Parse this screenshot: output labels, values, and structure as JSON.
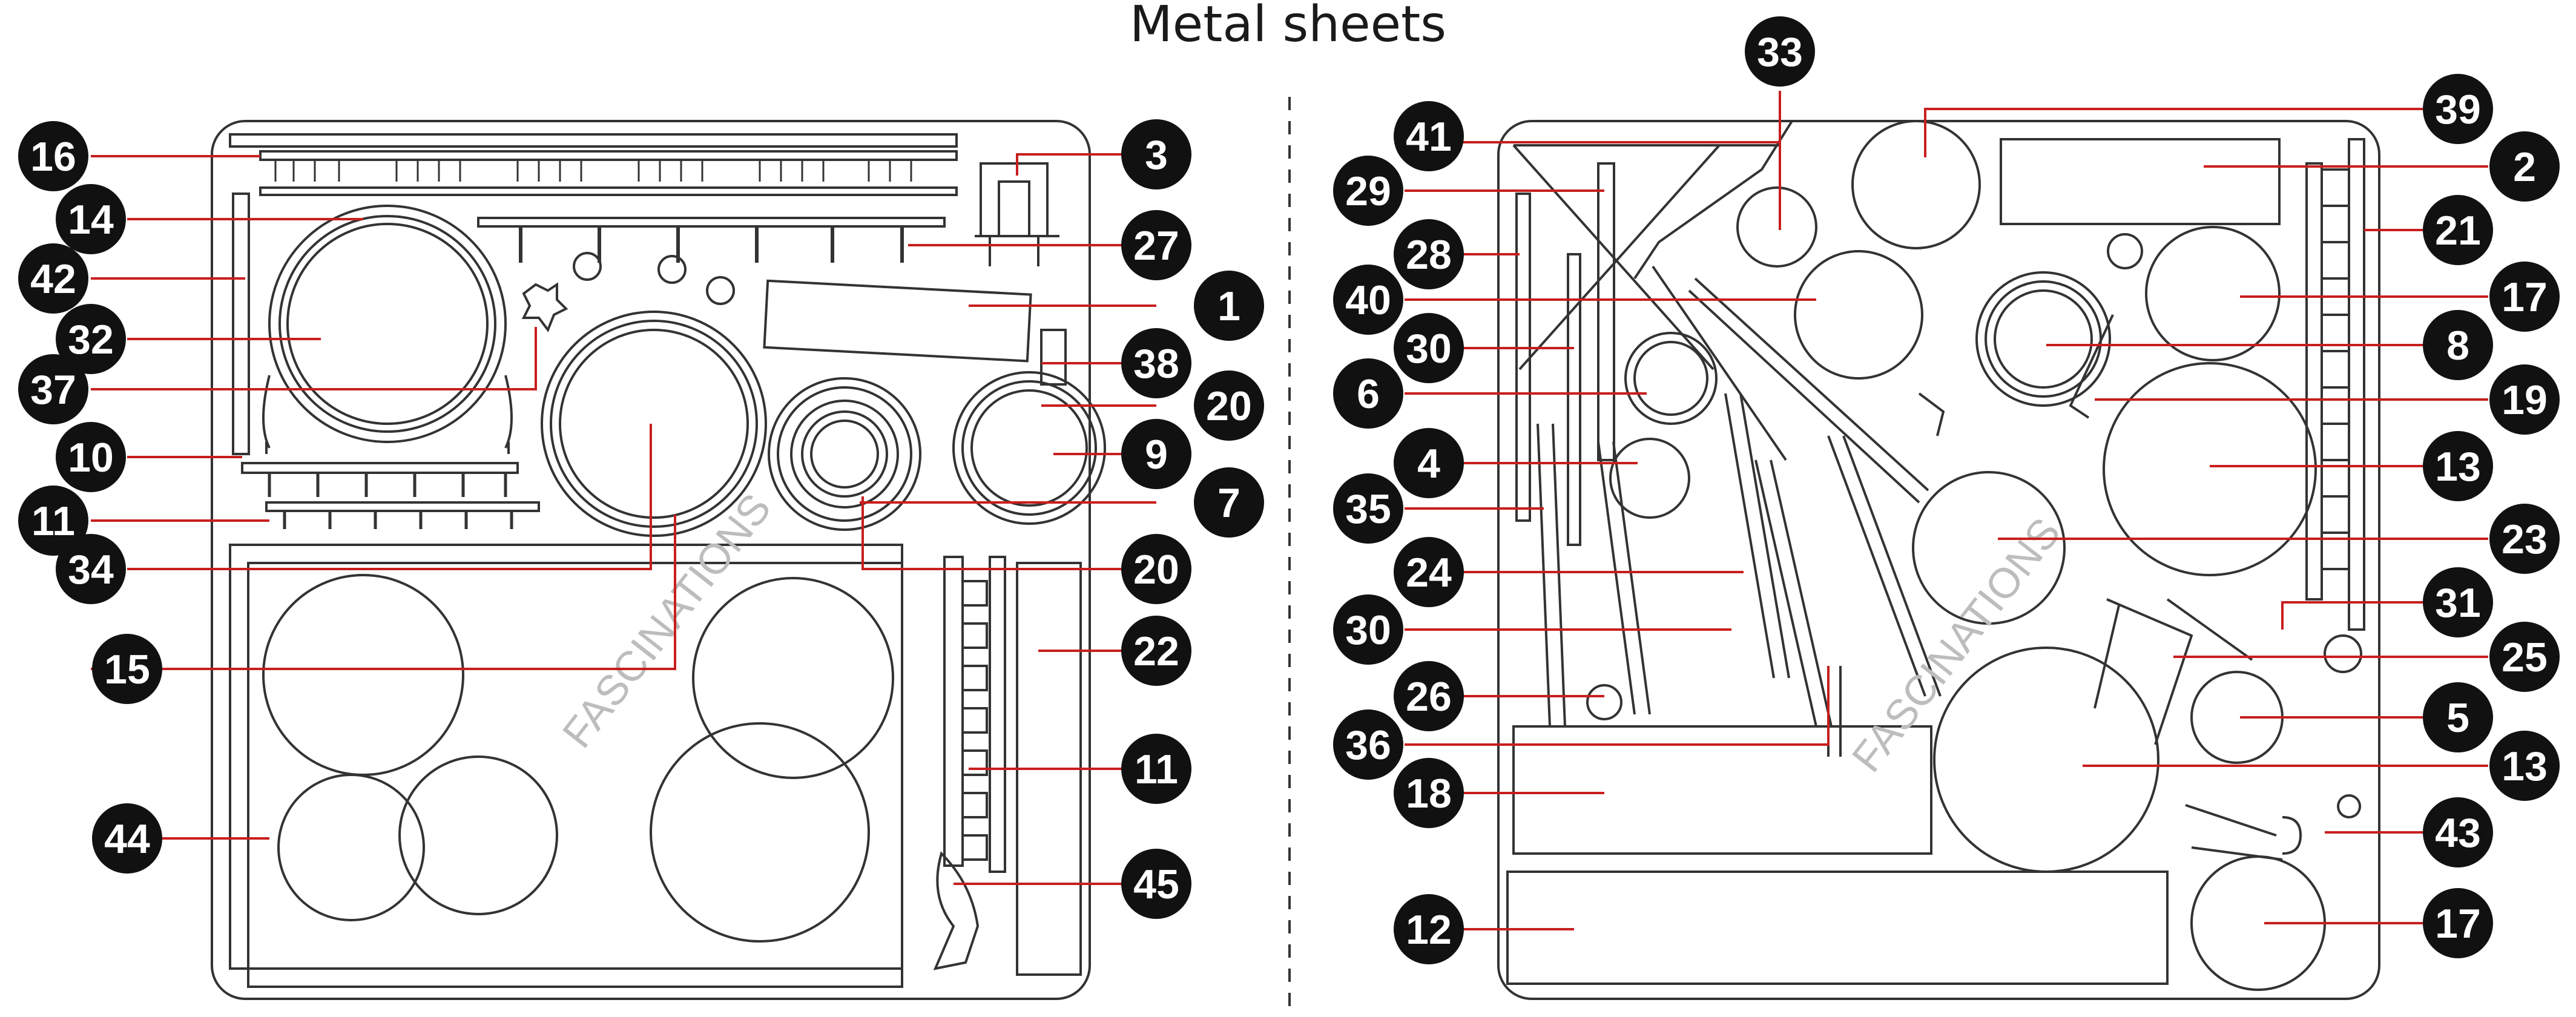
{
  "title": "Metal sheets",
  "watermark": "FASCINATIONS",
  "colors": {
    "leader": "#c81e1e",
    "badge": "#111111",
    "badge_text": "#ffffff",
    "outline": "#333333"
  },
  "left_sheet": {
    "callouts_left": [
      "16",
      "14",
      "42",
      "32",
      "37",
      "10",
      "11",
      "34",
      "15",
      "44"
    ],
    "callouts_right": [
      "3",
      "27",
      "1",
      "38",
      "20",
      "9",
      "7",
      "20",
      "22",
      "11",
      "45"
    ]
  },
  "right_sheet": {
    "callouts_top": [
      "33"
    ],
    "callouts_left": [
      "41",
      "29",
      "28",
      "40",
      "30",
      "6",
      "4",
      "35",
      "24",
      "30",
      "26",
      "36",
      "18",
      "12"
    ],
    "callouts_right": [
      "39",
      "2",
      "21",
      "17",
      "8",
      "19",
      "13",
      "23",
      "31",
      "25",
      "5",
      "13",
      "43",
      "17"
    ]
  }
}
